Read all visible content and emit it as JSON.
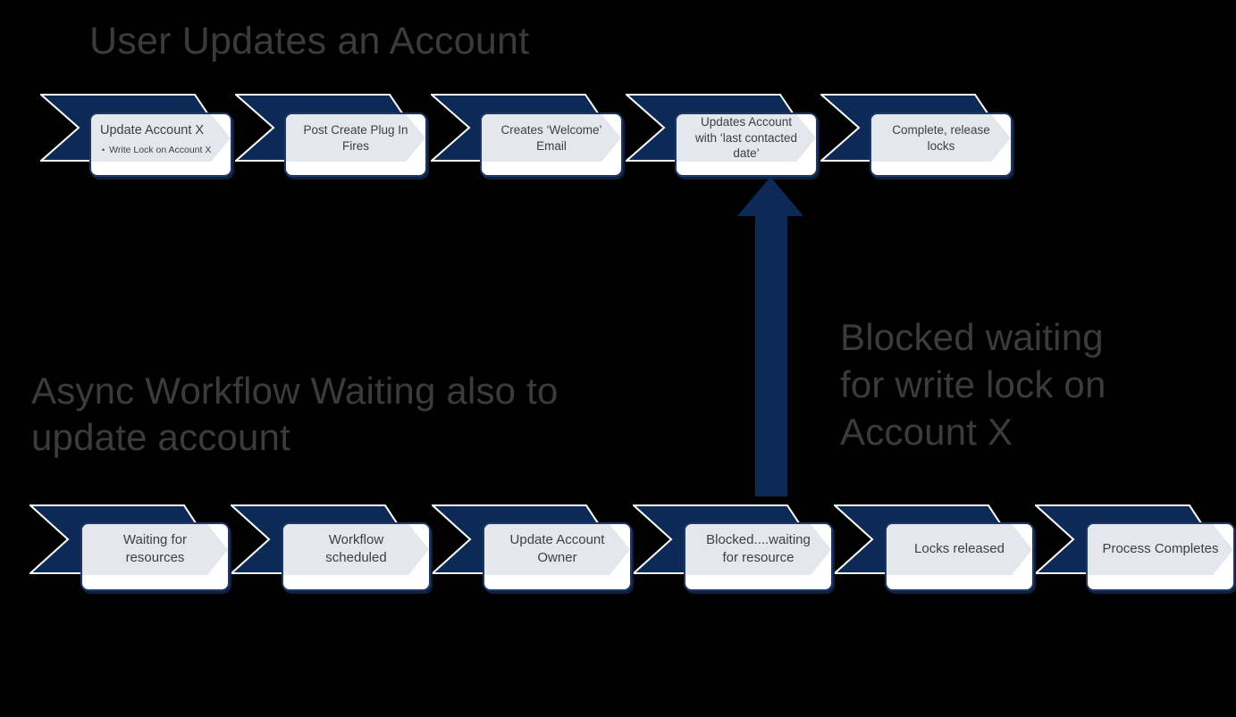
{
  "colors": {
    "background": "#000000",
    "chevron_navy": "#0D2A56",
    "chevron_outline": "#FFFFFF",
    "card_border": "#1F3864",
    "card_inner_fill": "#E4E7EE",
    "card_text": "#3F3F3F",
    "heading_text": "#3B3B3B",
    "arrow_navy": "#0D2A56"
  },
  "icons": {
    "bullet_glyph": "•"
  },
  "top_section": {
    "title": "User Updates an Account",
    "steps": [
      {
        "label": "Update Account X",
        "bullet": "Write  Lock on Account X"
      },
      {
        "label": "Post Create Plug In\nFires"
      },
      {
        "label": "Creates ‘Welcome’\nEmail"
      },
      {
        "label": "Updates Account\nwith ‘last contacted\ndate’"
      },
      {
        "label": "Complete, release\nlocks"
      }
    ]
  },
  "bottom_section": {
    "title": "Async Workflow Waiting also to\nupdate account",
    "steps": [
      {
        "label": "Waiting for\nresources"
      },
      {
        "label": "Workflow\nscheduled"
      },
      {
        "label": "Update Account\nOwner"
      },
      {
        "label": "Blocked....waiting\nfor resource"
      },
      {
        "label": "Locks released"
      },
      {
        "label": "Process Completes"
      }
    ]
  },
  "annotation": {
    "text": "Blocked waiting\nfor write lock on\nAccount X"
  }
}
